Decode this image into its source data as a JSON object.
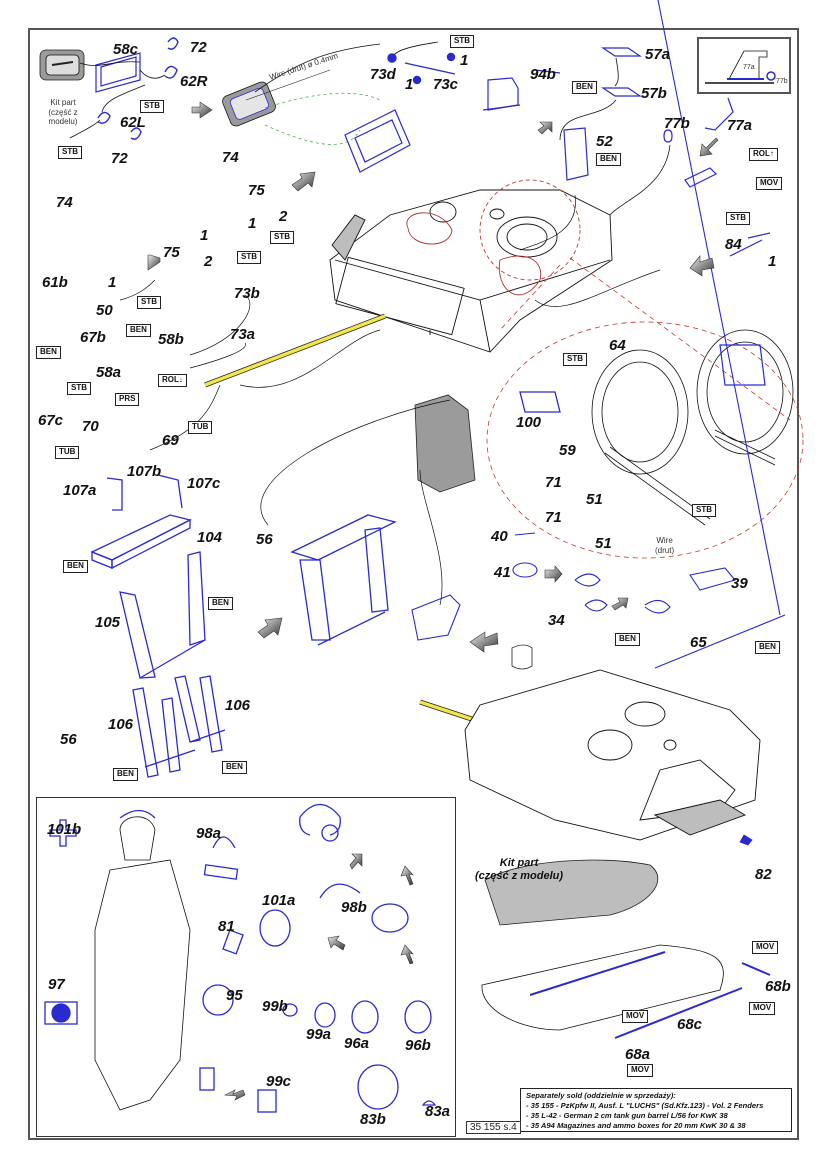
{
  "document": {
    "page_number": "35 155 s.4",
    "inset_labels": [
      "77a",
      "77b"
    ],
    "kit_part_note_top": "Kit part (część z modelu)",
    "kit_part_note_bottom": [
      "Kit part",
      "(część z modelu)"
    ],
    "wire_note_top": "Wire (drut) ø 0.4mm",
    "wire_note_mid": [
      "Wire",
      "(drut)"
    ],
    "separately_sold": {
      "title": "Separately sold (oddzielnie w sprzedaży):",
      "items": [
        "- 35 155 - PzKpfw II, Ausf. L \"LUCHS\" (Sd.Kfz.123) - Vol. 2 Fenders",
        "- 35 L-42 - German 2 cm tank gun barrel L/56 for KwK 38",
        "- 35 A94    Magazines and ammo boxes for 20 mm KwK 30 & 38"
      ]
    }
  },
  "tags": {
    "stb": "STB",
    "ben": "BEN",
    "rol_up": "ROL↑",
    "rol_down": "ROL↓",
    "mov": "MOV",
    "prs": "PRS",
    "tub": "TUB"
  },
  "parts": {
    "p58c": "58c",
    "p72a": "72",
    "p62R": "62R",
    "p62L": "62L",
    "p72b": "72",
    "p73d": "73d",
    "p1a": "1",
    "p1b": "1",
    "p73c": "73c",
    "p57a": "57a",
    "p57b": "57b",
    "p94b": "94b",
    "p52": "52",
    "p77b": "77b",
    "p77a": "77a",
    "p74a": "74",
    "p74b": "74",
    "p75a": "75",
    "p1c": "1",
    "p2a": "2",
    "p75b": "75",
    "p1d": "1",
    "p2b": "2",
    "p84": "84",
    "p1e": "1",
    "p61b": "61b",
    "p1f": "1",
    "p50": "50",
    "p67b": "67b",
    "p58a": "58a",
    "p58b": "58b",
    "p73b": "73b",
    "p73a": "73a",
    "p67c": "67c",
    "p70": "70",
    "p69": "69",
    "p64": "64",
    "p100": "100",
    "p59": "59",
    "p71a": "71",
    "p71b": "71",
    "p51a": "51",
    "p51b": "51",
    "p107a": "107a",
    "p107b": "107b",
    "p107c": "107c",
    "p104": "104",
    "p105": "105",
    "p106a": "106",
    "p106b": "106",
    "p56a": "56",
    "p56b": "56",
    "p40": "40",
    "p41": "41",
    "p34": "34",
    "p39": "39",
    "p65": "65",
    "p82": "82",
    "p68b": "68b",
    "p68c": "68c",
    "p68a": "68a",
    "p101b": "101b",
    "p98a": "98a",
    "p101a": "101a",
    "p98b": "98b",
    "p81": "81",
    "p97": "97",
    "p95": "95",
    "p99b": "99b",
    "p99a": "99a",
    "p96a": "96a",
    "p96b": "96b",
    "p99c": "99c",
    "p83b": "83b",
    "p83a": "83a"
  },
  "colors": {
    "part_blue": "#2a2ad0",
    "kit_grey": "#bdbdbd",
    "callout_red": "#c0392b",
    "barrel_yellow": "#f2e64a"
  }
}
